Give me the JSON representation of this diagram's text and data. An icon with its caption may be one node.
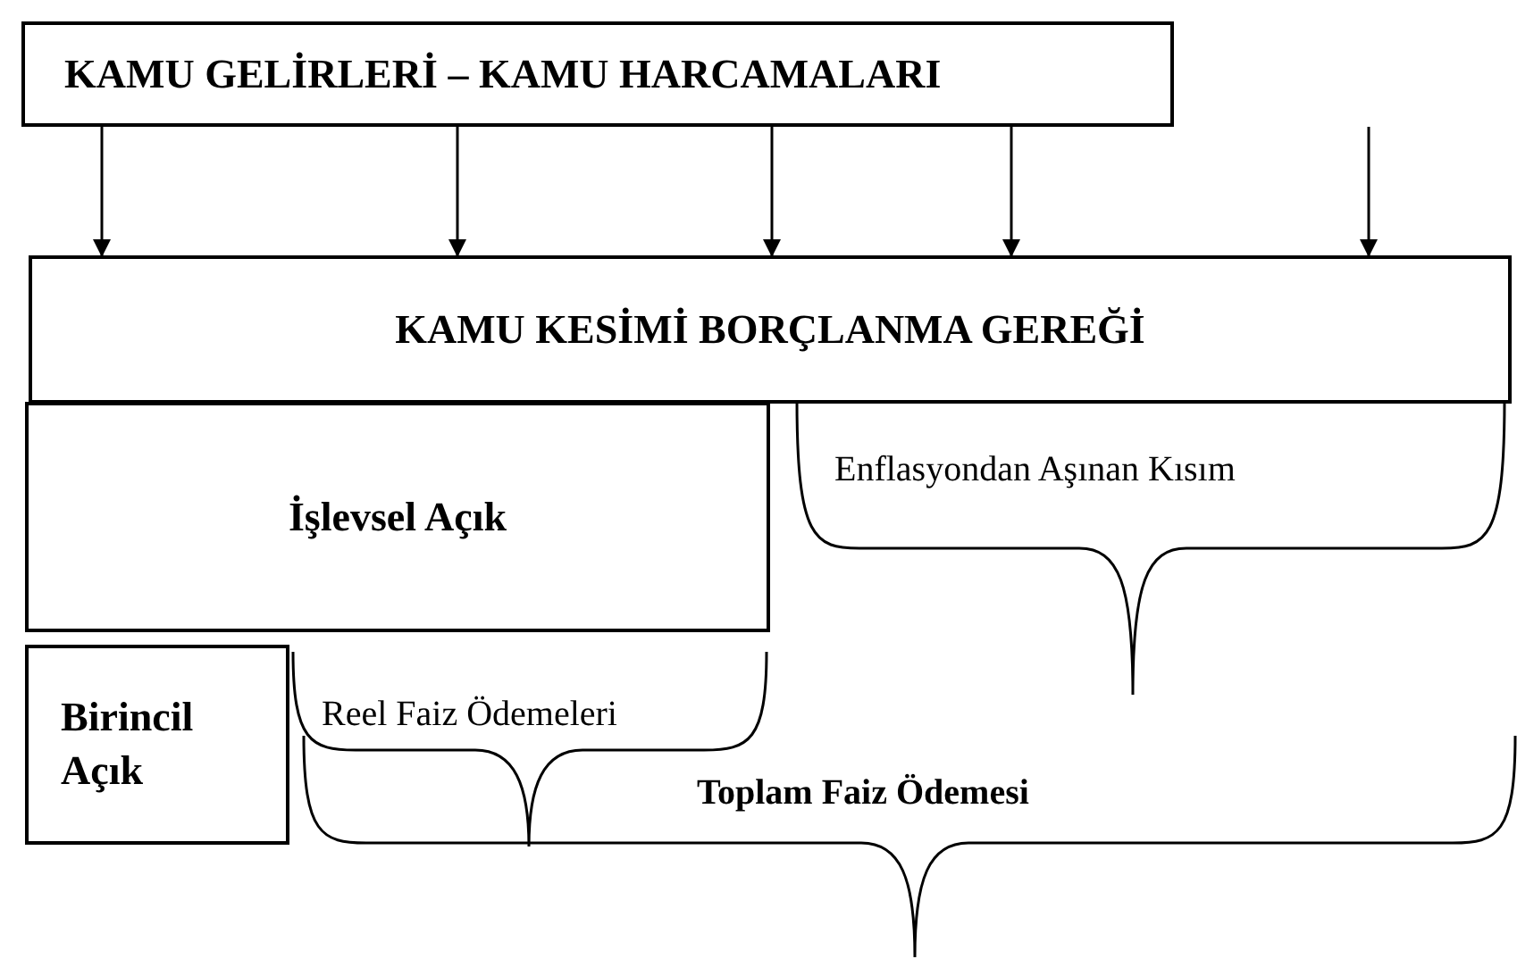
{
  "diagram": {
    "nodes": [
      {
        "text": [
          "KAMU GELİRLERİ – KAMU HARCAMALARI"
        ]
      },
      {
        "text": [
          "KAMU KESİMİ BORÇLANMA GEREĞİ"
        ]
      },
      {
        "text": [
          "İşlevsel Açık"
        ]
      },
      {
        "text": [
          "Birincil Açık"
        ]
      }
    ],
    "edges": [
      {
        "from": 0,
        "to": 1,
        "arrow": "to"
      },
      {
        "from": 0,
        "to": 1,
        "arrow": "to"
      },
      {
        "from": 0,
        "to": 1,
        "arrow": "to"
      },
      {
        "from": 0,
        "to": 1,
        "arrow": "to"
      },
      {
        "from": null,
        "to": 1,
        "arrow": "to"
      }
    ],
    "labels": [
      "Enflasyondan Aşınan Kısım",
      "Reel Faiz Ödemeleri",
      "Toplam Faiz Ödemesi"
    ]
  }
}
